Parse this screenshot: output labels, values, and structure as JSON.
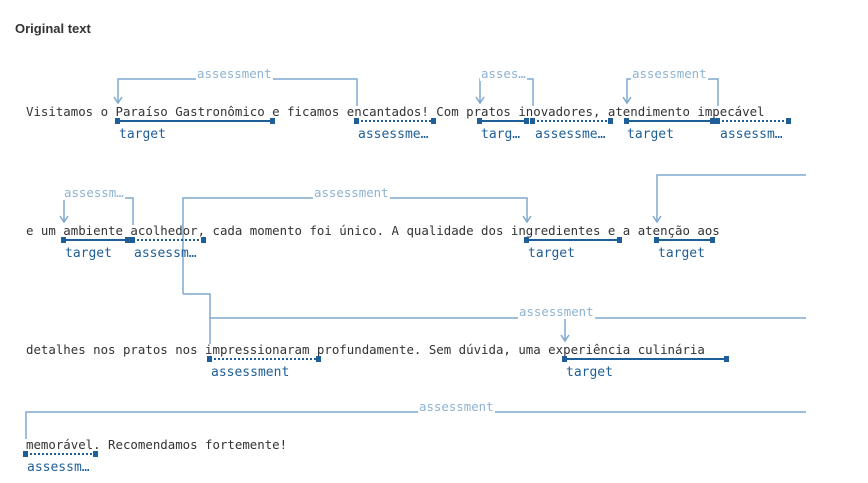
{
  "heading": "Original text",
  "lines": [
    "Visitamos o Paraíso Gastronômico e ficamos encantados! Com pratos inovadores, atendimento impecável",
    "e um ambiente acolhedor, cada momento foi único. A qualidade dos ingredientes e a atenção aos",
    "detalhes nos pratos nos impressionaram profundamente. Sem dúvida, uma experiência culinária",
    "memorável. Recomendamos fortemente!"
  ],
  "spans": [
    {
      "text": "Paraíso Gastronômico",
      "label": "target",
      "type": "target"
    },
    {
      "text": "encantados",
      "label": "assessme…",
      "type": "assessment"
    },
    {
      "text": "pratos",
      "label": "targ…",
      "type": "target"
    },
    {
      "text": "inovadores",
      "label": "assessme…",
      "type": "assessment"
    },
    {
      "text": "atendimento",
      "label": "target",
      "type": "target"
    },
    {
      "text": "impecável",
      "label": "assessm…",
      "type": "assessment"
    },
    {
      "text": "ambiente",
      "label": "target",
      "type": "target"
    },
    {
      "text": "acolhedor",
      "label": "assessm…",
      "type": "assessment"
    },
    {
      "text": "ingredientes",
      "label": "target",
      "type": "target"
    },
    {
      "text": "atenção",
      "label": "target",
      "type": "target"
    },
    {
      "text": "impressionaram",
      "label": "assessment",
      "type": "assessment"
    },
    {
      "text": "experiência culinária",
      "label": "target",
      "type": "target"
    },
    {
      "text": "memorável",
      "label": "assessm…",
      "type": "assessment"
    }
  ],
  "relations": [
    {
      "label": "assessment"
    },
    {
      "label": "asses…"
    },
    {
      "label": "assessment"
    },
    {
      "label": "assessm…"
    },
    {
      "label": "assessment"
    },
    {
      "label": "assessment"
    },
    {
      "label": "assessment"
    }
  ],
  "colors": {
    "arc": "#7fa9cf",
    "arc_label": "#8eb3d3",
    "span_label": "#1f5f99",
    "underline": "#1f5f99"
  }
}
